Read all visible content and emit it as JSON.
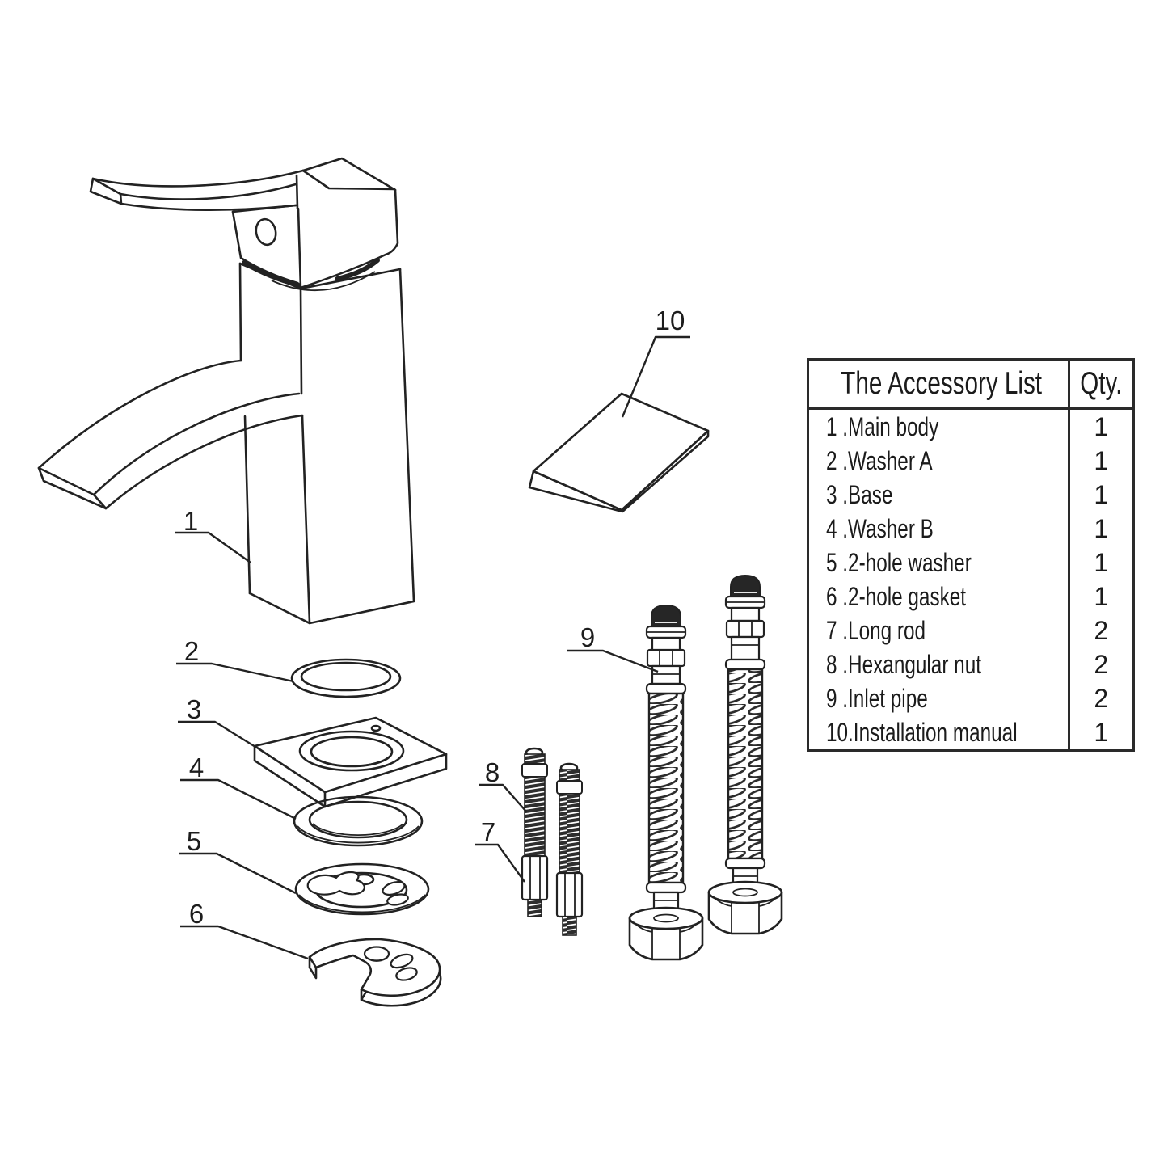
{
  "page": {
    "background": "#ffffff",
    "ink": "#222222"
  },
  "diagram": {
    "part_labels": [
      "1",
      "2",
      "3",
      "4",
      "5",
      "6",
      "7",
      "8",
      "9",
      "10"
    ]
  },
  "accessory_table": {
    "title_header": "The Accessory List",
    "qty_header": "Qty.",
    "rows": [
      {
        "item": "1 .Main body",
        "qty": "1"
      },
      {
        "item": "2 .Washer A",
        "qty": "1"
      },
      {
        "item": "3 .Base",
        "qty": "1"
      },
      {
        "item": "4 .Washer B",
        "qty": "1"
      },
      {
        "item": "5 .2-hole washer",
        "qty": "1"
      },
      {
        "item": "6 .2-hole gasket",
        "qty": "1"
      },
      {
        "item": "7 .Long rod",
        "qty": "2"
      },
      {
        "item": "8 .Hexangular nut",
        "qty": "2"
      },
      {
        "item": "9 .Inlet pipe",
        "qty": "2"
      },
      {
        "item": "10.Installation manual",
        "qty": "1"
      }
    ]
  }
}
